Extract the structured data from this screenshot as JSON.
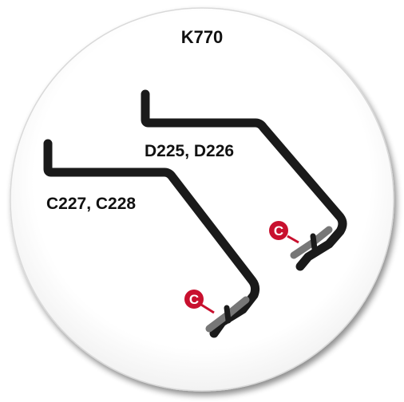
{
  "diagram": {
    "title": "K770",
    "right_clip": {
      "label": "D225, D226",
      "badge": "C"
    },
    "left_clip": {
      "label": "C227, C228",
      "badge": "C"
    }
  },
  "colors": {
    "background": "#ffffff",
    "disc": "#ffffff",
    "disc_shadow": "#9a9a9a",
    "clip_stroke": "#1a1a1a",
    "clip_highlight": "#777777",
    "badge_red": "#c8102e",
    "badge_leader": "#c8102e"
  }
}
